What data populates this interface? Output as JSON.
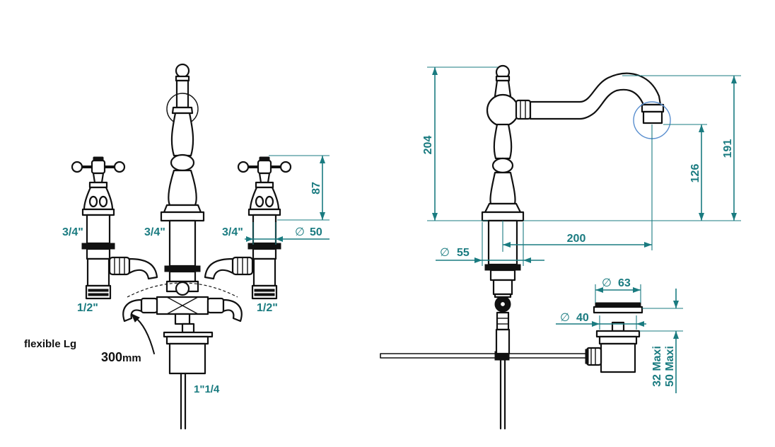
{
  "colors": {
    "dimension": "#1a7b80",
    "line": "#111111",
    "background": "#ffffff"
  },
  "front_view": {
    "inlet_left_top": "3/4\"",
    "inlet_center": "3/4\"",
    "inlet_right_top": "3/4\"",
    "inlet_left_bottom": "1/2\"",
    "inlet_right_bottom": "1/2\"",
    "handle_height": "87",
    "base_diameter_symbol": "∅",
    "base_diameter": "50",
    "flexible_label": "flexible Lg",
    "flexible_length_value": "300",
    "flexible_length_unit": "mm",
    "waste_thread": "1\"1/4"
  },
  "side_view": {
    "total_height": "204",
    "spout_height": "191",
    "outlet_height": "126",
    "spout_reach": "200",
    "base_diameter_symbol": "∅",
    "base_diameter": "55",
    "waste_top_diameter_symbol": "∅",
    "waste_top_diameter": "63",
    "waste_hole_diameter_symbol": "∅",
    "waste_hole_diameter": "40",
    "deck_min": "32 Maxi",
    "deck_max": "50 Maxi"
  }
}
